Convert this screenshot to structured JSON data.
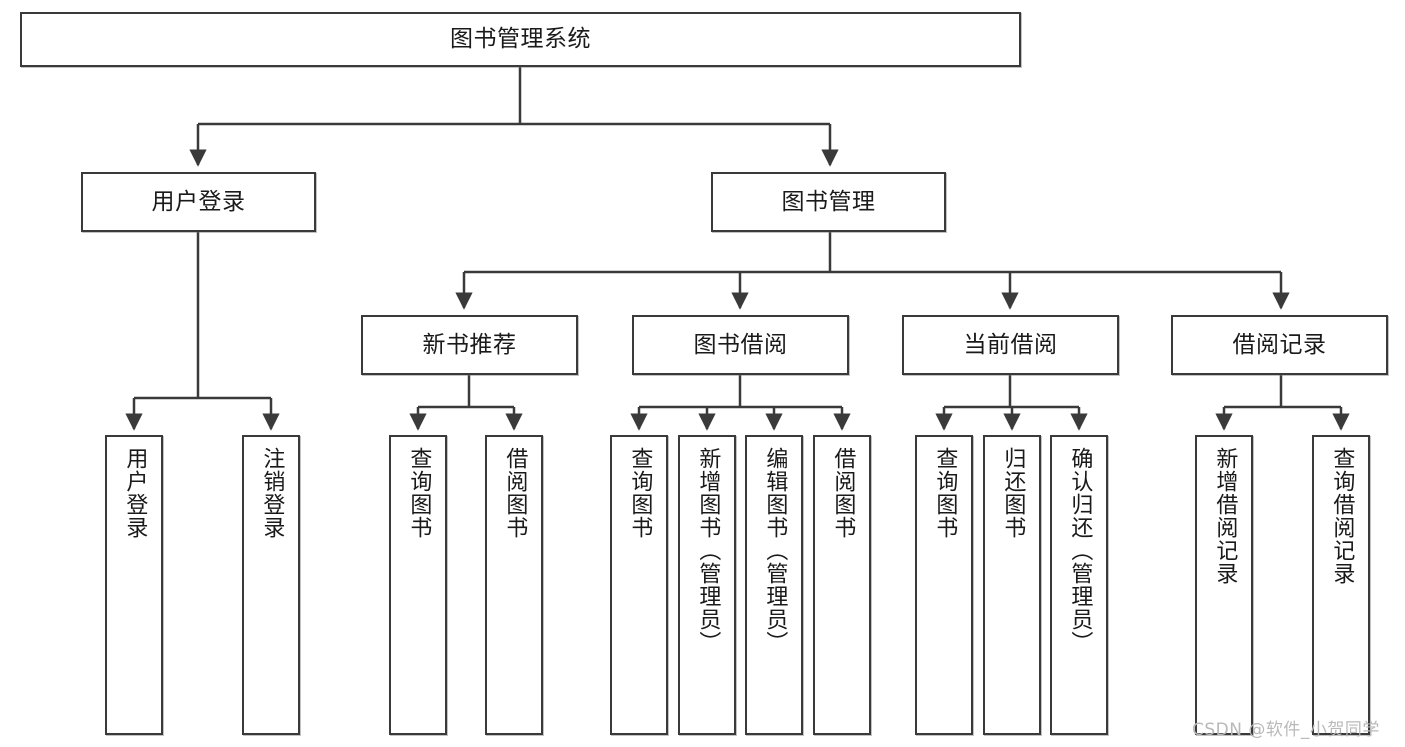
{
  "diagram": {
    "type": "tree-hierarchy-chart",
    "title": "图书管理系统",
    "background_color": "#ffffff",
    "box_border_color": "#3a3a3a",
    "line_color": "#3a3a3a",
    "text_color": "#1a1a1a",
    "levels": 4
  },
  "root": {
    "label": "图书管理系统"
  },
  "level2": [
    {
      "label": "用户登录"
    },
    {
      "label": "图书管理"
    }
  ],
  "level3": [
    {
      "label": "新书推荐"
    },
    {
      "label": "图书借阅"
    },
    {
      "label": "当前借阅"
    },
    {
      "label": "借阅记录"
    }
  ],
  "leaves": {
    "user_login": [
      {
        "label": "用户登录"
      },
      {
        "label": "注销登录"
      }
    ],
    "new_book_recommend": [
      {
        "label": "查询图书"
      },
      {
        "label": "借阅图书"
      }
    ],
    "book_borrow": [
      {
        "label": "查询图书"
      },
      {
        "label": "新增图书（管理员）"
      },
      {
        "label": "编辑图书（管理员）"
      },
      {
        "label": "借阅图书"
      }
    ],
    "current_borrow": [
      {
        "label": "查询图书"
      },
      {
        "label": "归还图书"
      },
      {
        "label": "确认归还（管理员）"
      }
    ],
    "borrow_record": [
      {
        "label": "新增借阅记录"
      },
      {
        "label": "查询借阅记录"
      }
    ]
  },
  "watermark": {
    "text": "CSDN @软件_小贺同学"
  }
}
